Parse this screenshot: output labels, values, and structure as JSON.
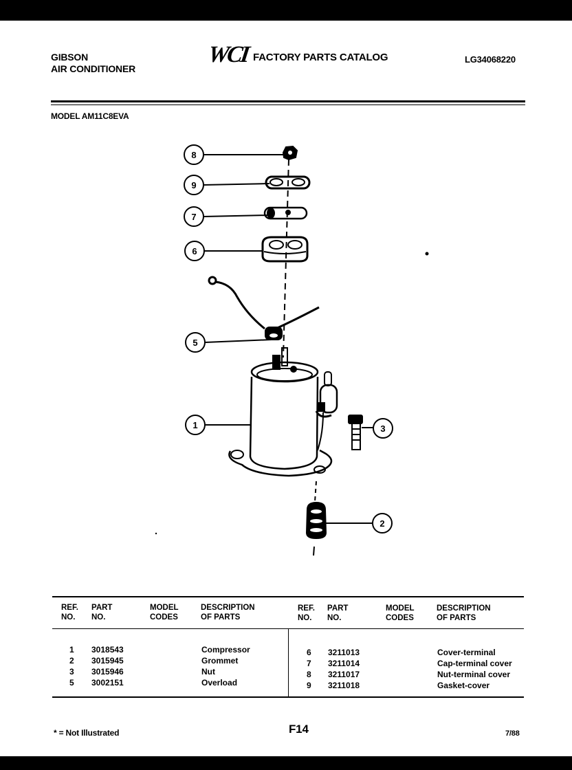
{
  "header": {
    "brand_line1": "GIBSON",
    "brand_line2": "AIR CONDITIONER",
    "logo_text": "WCI",
    "catalog_title": "FACTORY PARTS CATALOG",
    "catalog_number": "LG34068220"
  },
  "model_line": "MODEL AM11C8EVA",
  "diagram": {
    "callouts": [
      "8",
      "9",
      "7",
      "6",
      "5",
      "1",
      "3",
      "2"
    ]
  },
  "table": {
    "headers": {
      "ref_no": [
        "REF.",
        "NO."
      ],
      "part_no": [
        "PART",
        "NO."
      ],
      "model_codes": [
        "MODEL",
        "CODES"
      ],
      "description": [
        "DESCRIPTION",
        "OF PARTS"
      ]
    },
    "left_rows": [
      {
        "ref": "1",
        "part": "3018543",
        "desc": "Compressor"
      },
      {
        "ref": "2",
        "part": "3015945",
        "desc": "Grommet"
      },
      {
        "ref": "3",
        "part": "3015946",
        "desc": "Nut"
      },
      {
        "ref": "5",
        "part": "3002151",
        "desc": "Overload"
      }
    ],
    "right_rows": [
      {
        "ref": "6",
        "part": "3211013",
        "desc": "Cover-terminal"
      },
      {
        "ref": "7",
        "part": "3211014",
        "desc": "Cap-terminal cover"
      },
      {
        "ref": "8",
        "part": "3211017",
        "desc": "Nut-terminal cover"
      },
      {
        "ref": "9",
        "part": "3211018",
        "desc": "Gasket-cover"
      }
    ]
  },
  "footer": {
    "note": "* = Not Illustrated",
    "page": "F14",
    "date": "7/88"
  }
}
